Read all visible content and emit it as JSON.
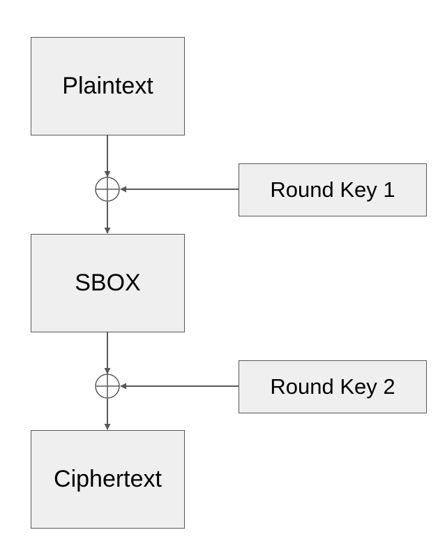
{
  "diagram": {
    "plaintext": "Plaintext",
    "sbox": "SBOX",
    "ciphertext": "Ciphertext",
    "round_key_1": "Round Key 1",
    "round_key_2": "Round Key 2"
  },
  "colors": {
    "box_fill": "#efefef",
    "stroke": "#595959",
    "text": "#000000"
  },
  "icons": [
    "xor-icon",
    "arrowhead"
  ]
}
